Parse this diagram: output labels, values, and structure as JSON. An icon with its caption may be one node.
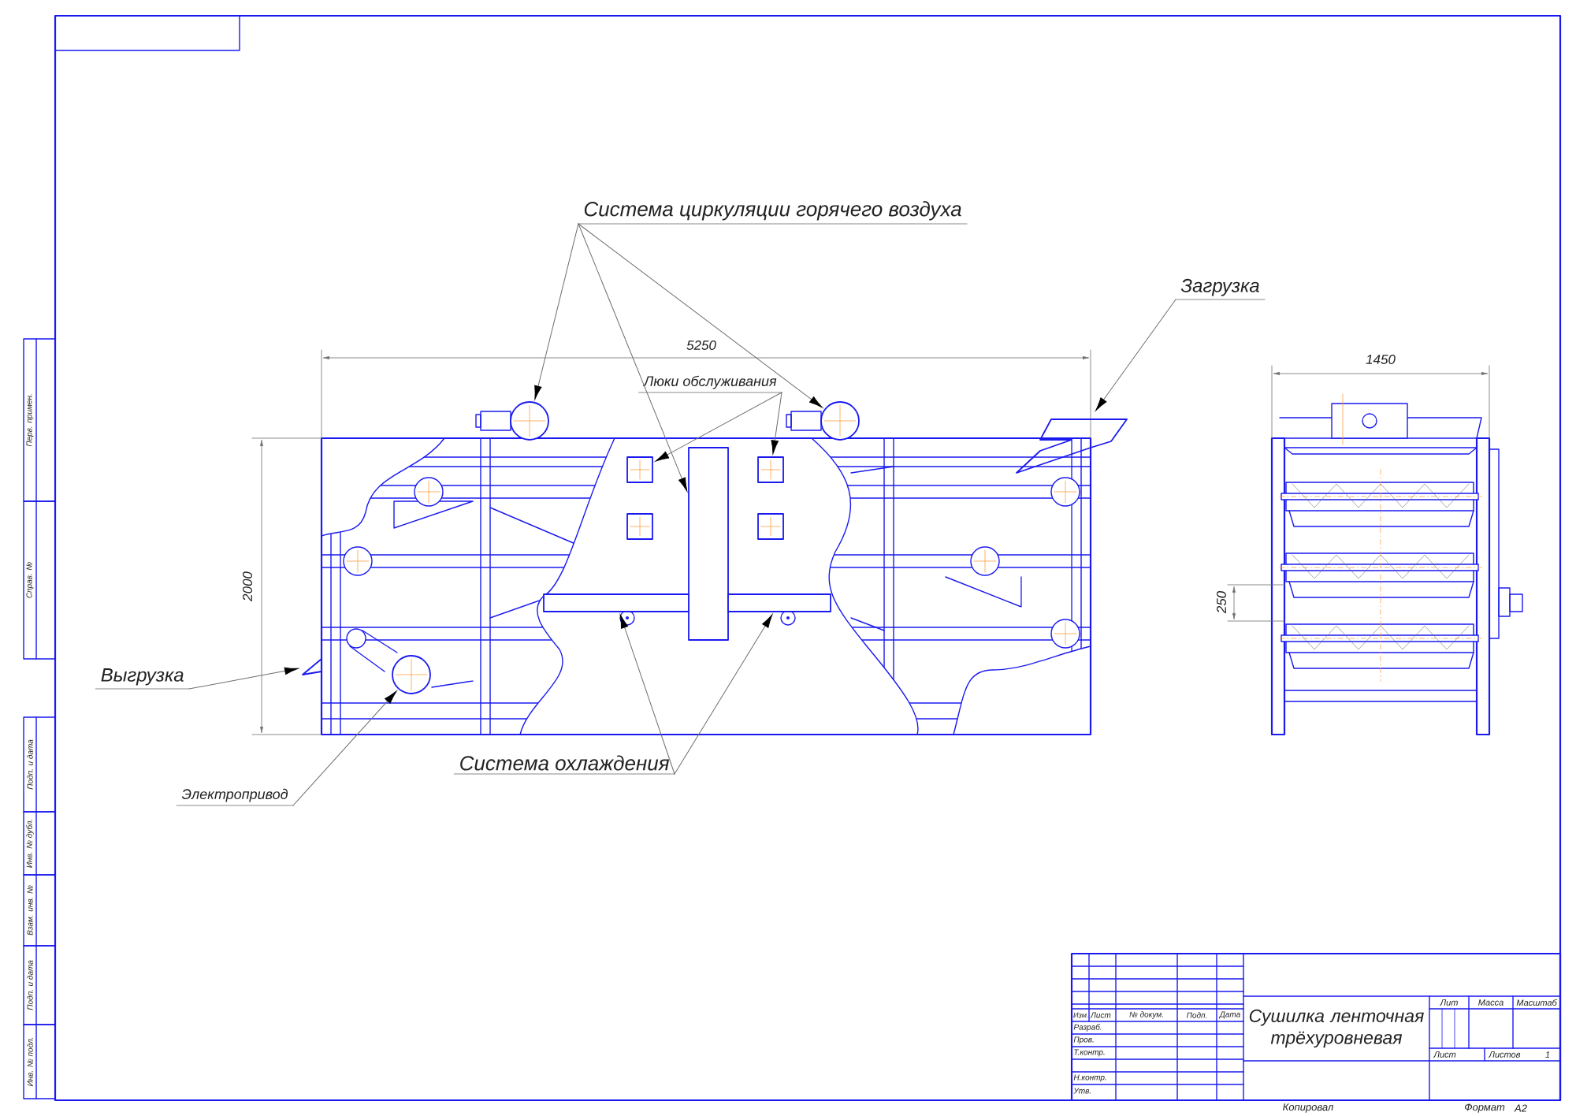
{
  "diagram": {
    "nodes": [
      {
        "text": [
          "Система циркуляции горячего воздуха"
        ]
      },
      {
        "text": [
          "Загрузка"
        ]
      },
      {
        "text": [
          "Люки обслуживания"
        ]
      },
      {
        "text": [],
        "shape": "circle"
      },
      {
        "text": [],
        "shape": "circle"
      },
      {
        "text": [],
        "shape": "picture"
      },
      {
        "text": [],
        "shape": "box"
      },
      {
        "text": [],
        "shape": "box"
      },
      {
        "text": [],
        "shape": "box"
      },
      {
        "text": [],
        "shape": "box"
      },
      {
        "text": [],
        "shape": "box"
      },
      {
        "text": [
          "Выгрузка"
        ]
      },
      {
        "text": [],
        "shape": "picture"
      },
      {
        "text": [],
        "shape": "circle"
      },
      {
        "text": [],
        "shape": "box"
      },
      {
        "text": [],
        "shape": "box"
      },
      {
        "text": [
          "Система охлаждения"
        ]
      },
      {
        "text": [
          "Электропривод"
        ]
      }
    ],
    "edges": [
      {
        "from": 0,
        "to": 3,
        "arrow": "to"
      },
      {
        "from": 0,
        "to": 7,
        "arrow": "to"
      },
      {
        "from": 0,
        "to": 4,
        "arrow": "to"
      },
      {
        "from": 1,
        "to": 5,
        "arrow": "to"
      },
      {
        "from": 2,
        "to": 6,
        "arrow": "to"
      },
      {
        "from": 2,
        "to": 8,
        "arrow": "to"
      },
      {
        "from": 11,
        "to": 12,
        "arrow": "to"
      },
      {
        "from": 16,
        "to": 14,
        "arrow": "to"
      },
      {
        "from": 16,
        "to": 15,
        "arrow": "to"
      },
      {
        "from": 17,
        "to": 13,
        "arrow": "to"
      }
    ],
    "labels": [
      "5250",
      "2000",
      "1450",
      "250",
      "Перв. примен.",
      "Справ. №",
      "Подп. и дата",
      "Инв. № дубл.",
      "Взам. инв. №",
      "Подп. и дата",
      "Инв. № подл.",
      "Лит",
      "Масса",
      "Масштаб",
      "Изм.",
      "Лист",
      "№ докум.",
      "Подп.",
      "Дата",
      "Сушилка ленточная трёхуровневая",
      "Разраб.",
      "Пров.",
      "Т.контр.",
      "Лист",
      "Листов",
      "1",
      "Н.контр.",
      "Утв.",
      "Копировал",
      "Формат",
      "A2"
    ]
  }
}
